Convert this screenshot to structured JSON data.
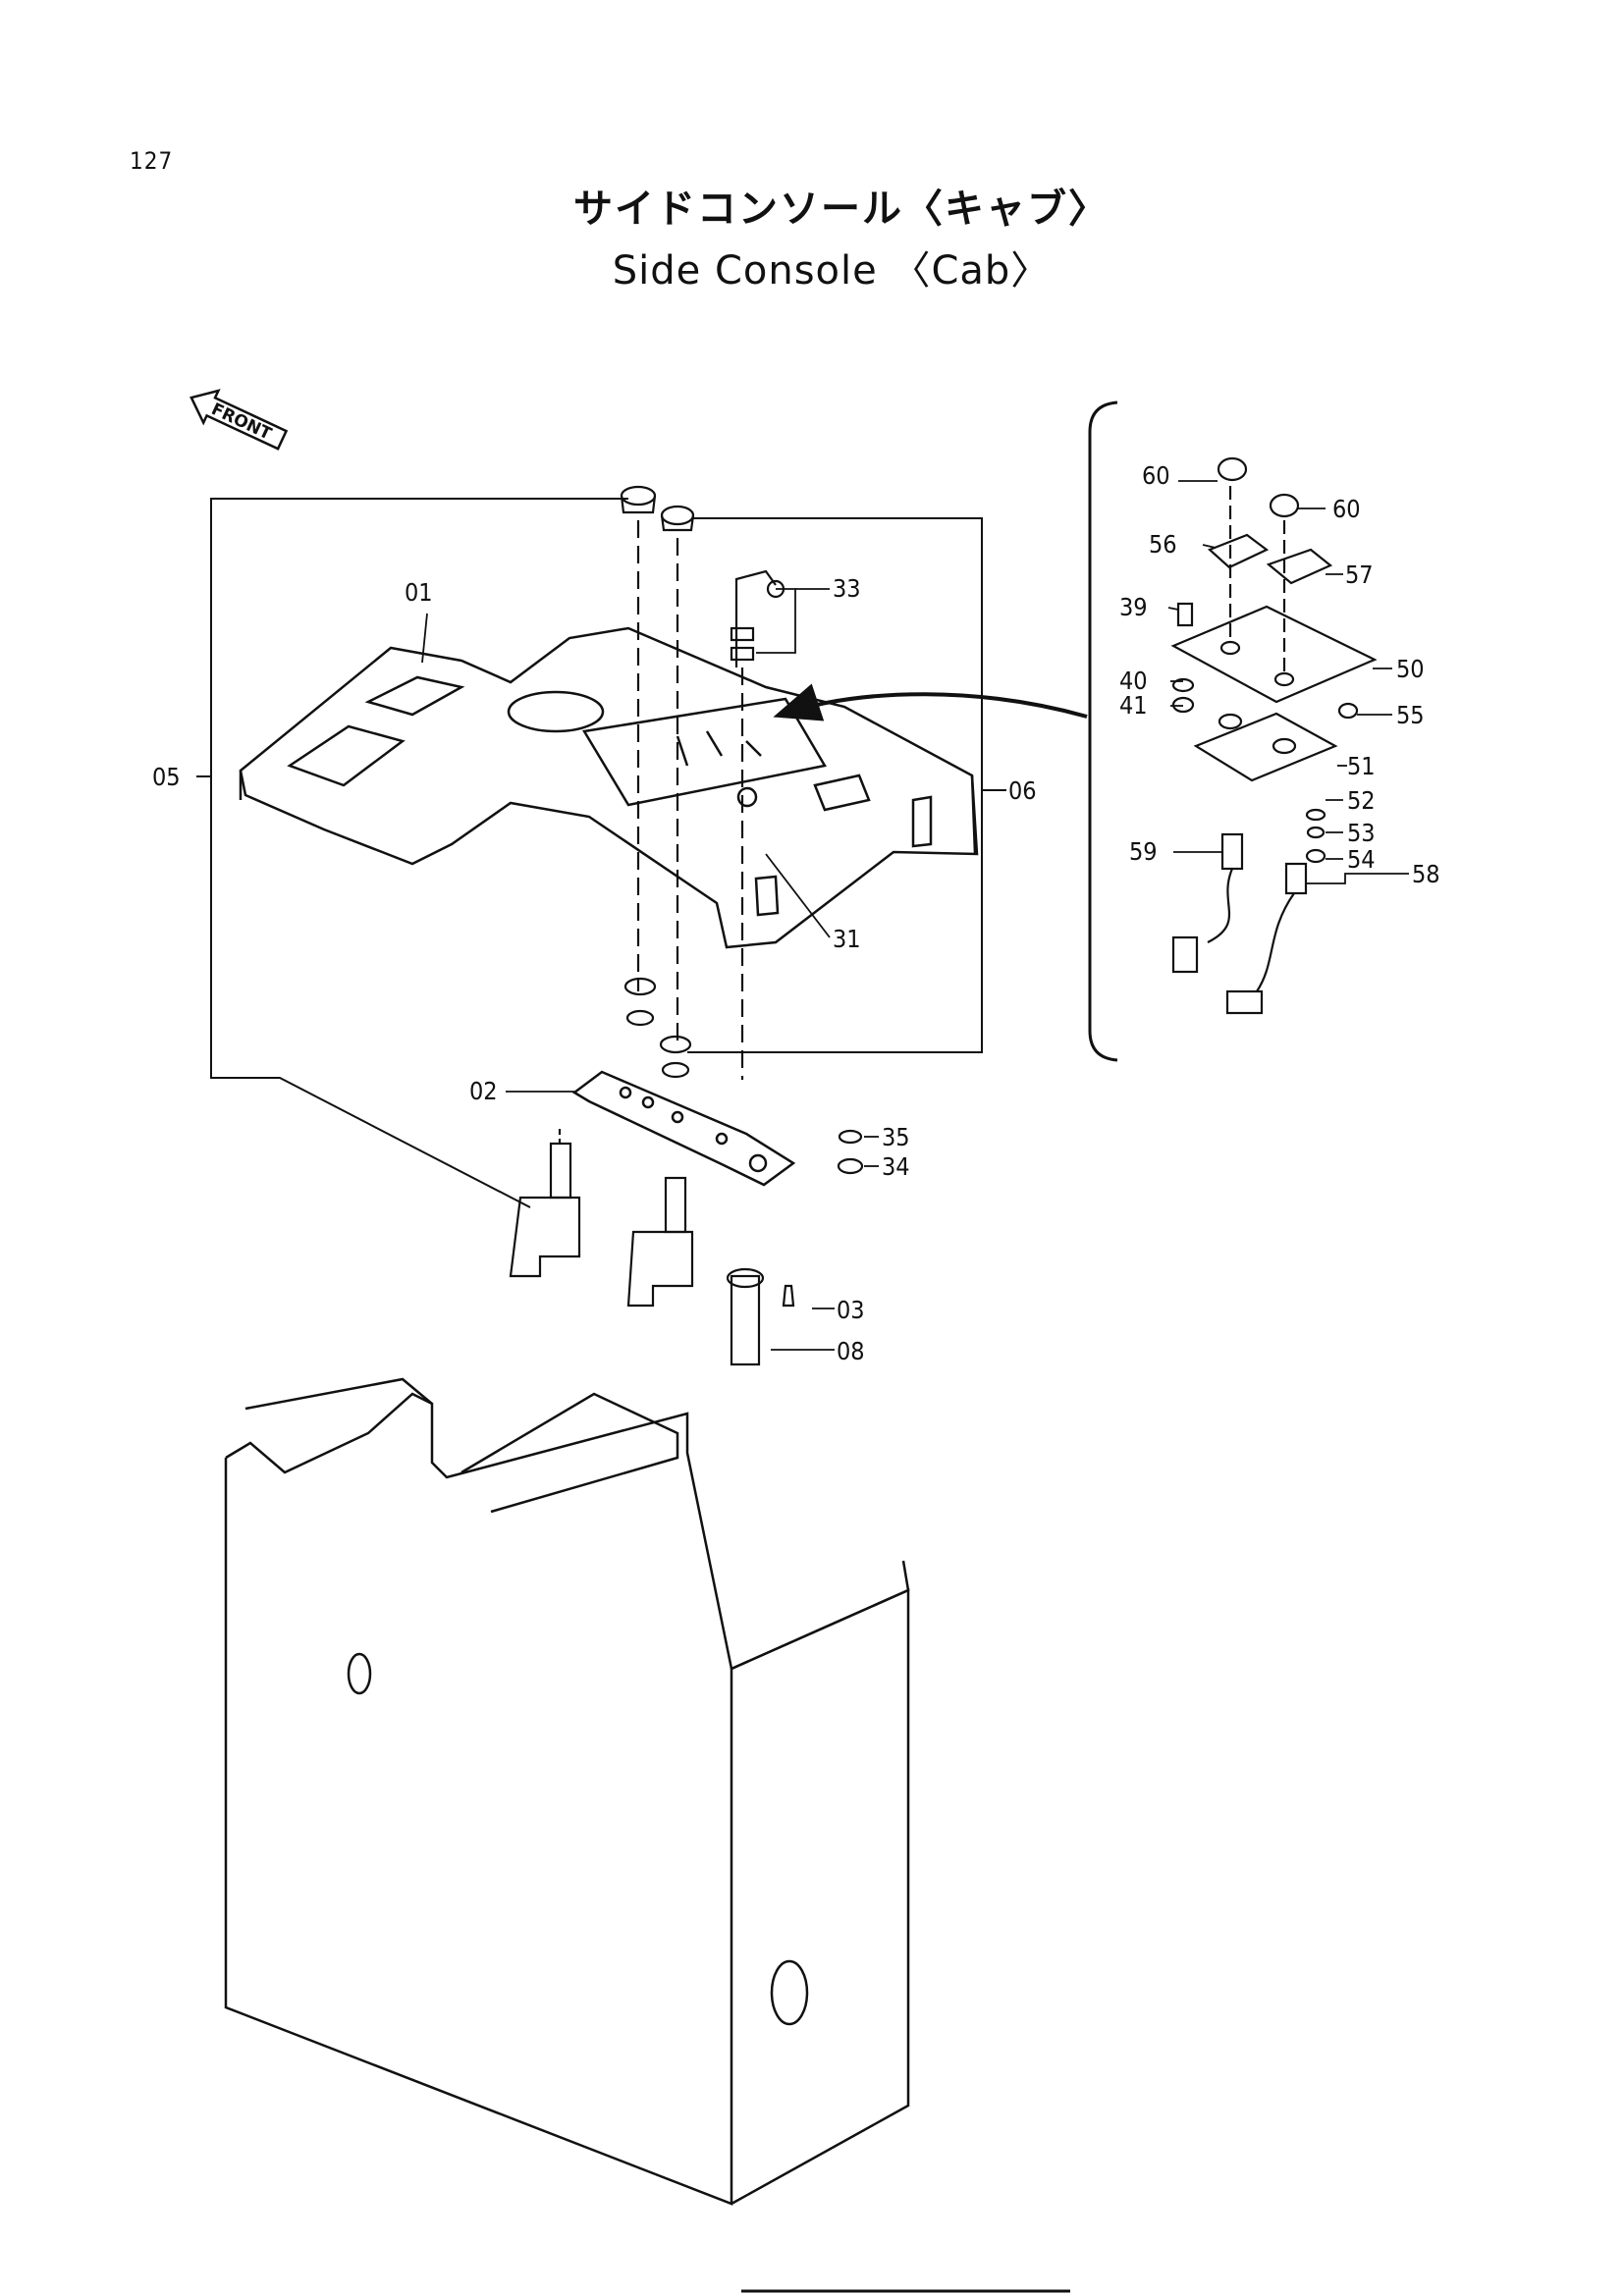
{
  "page": {
    "number": "127"
  },
  "title": {
    "japanese": "サイドコンソール〈キャブ〉",
    "english": "Side Console 〈Cab〉"
  },
  "front_marker": {
    "text": "FRONT"
  },
  "callouts": {
    "c01": "01",
    "c02": "02",
    "c03": "03",
    "c05": "05",
    "c06": "06",
    "c08": "08",
    "c31": "31",
    "c33": "33",
    "c34": "34",
    "c35": "35",
    "c39": "39",
    "c40": "40",
    "c41": "41",
    "c50": "50",
    "c51": "51",
    "c52": "52",
    "c53": "53",
    "c54": "54",
    "c55": "55",
    "c56": "56",
    "c57": "57",
    "c58": "58",
    "c59": "59",
    "c60a": "60",
    "c60b": "60"
  }
}
